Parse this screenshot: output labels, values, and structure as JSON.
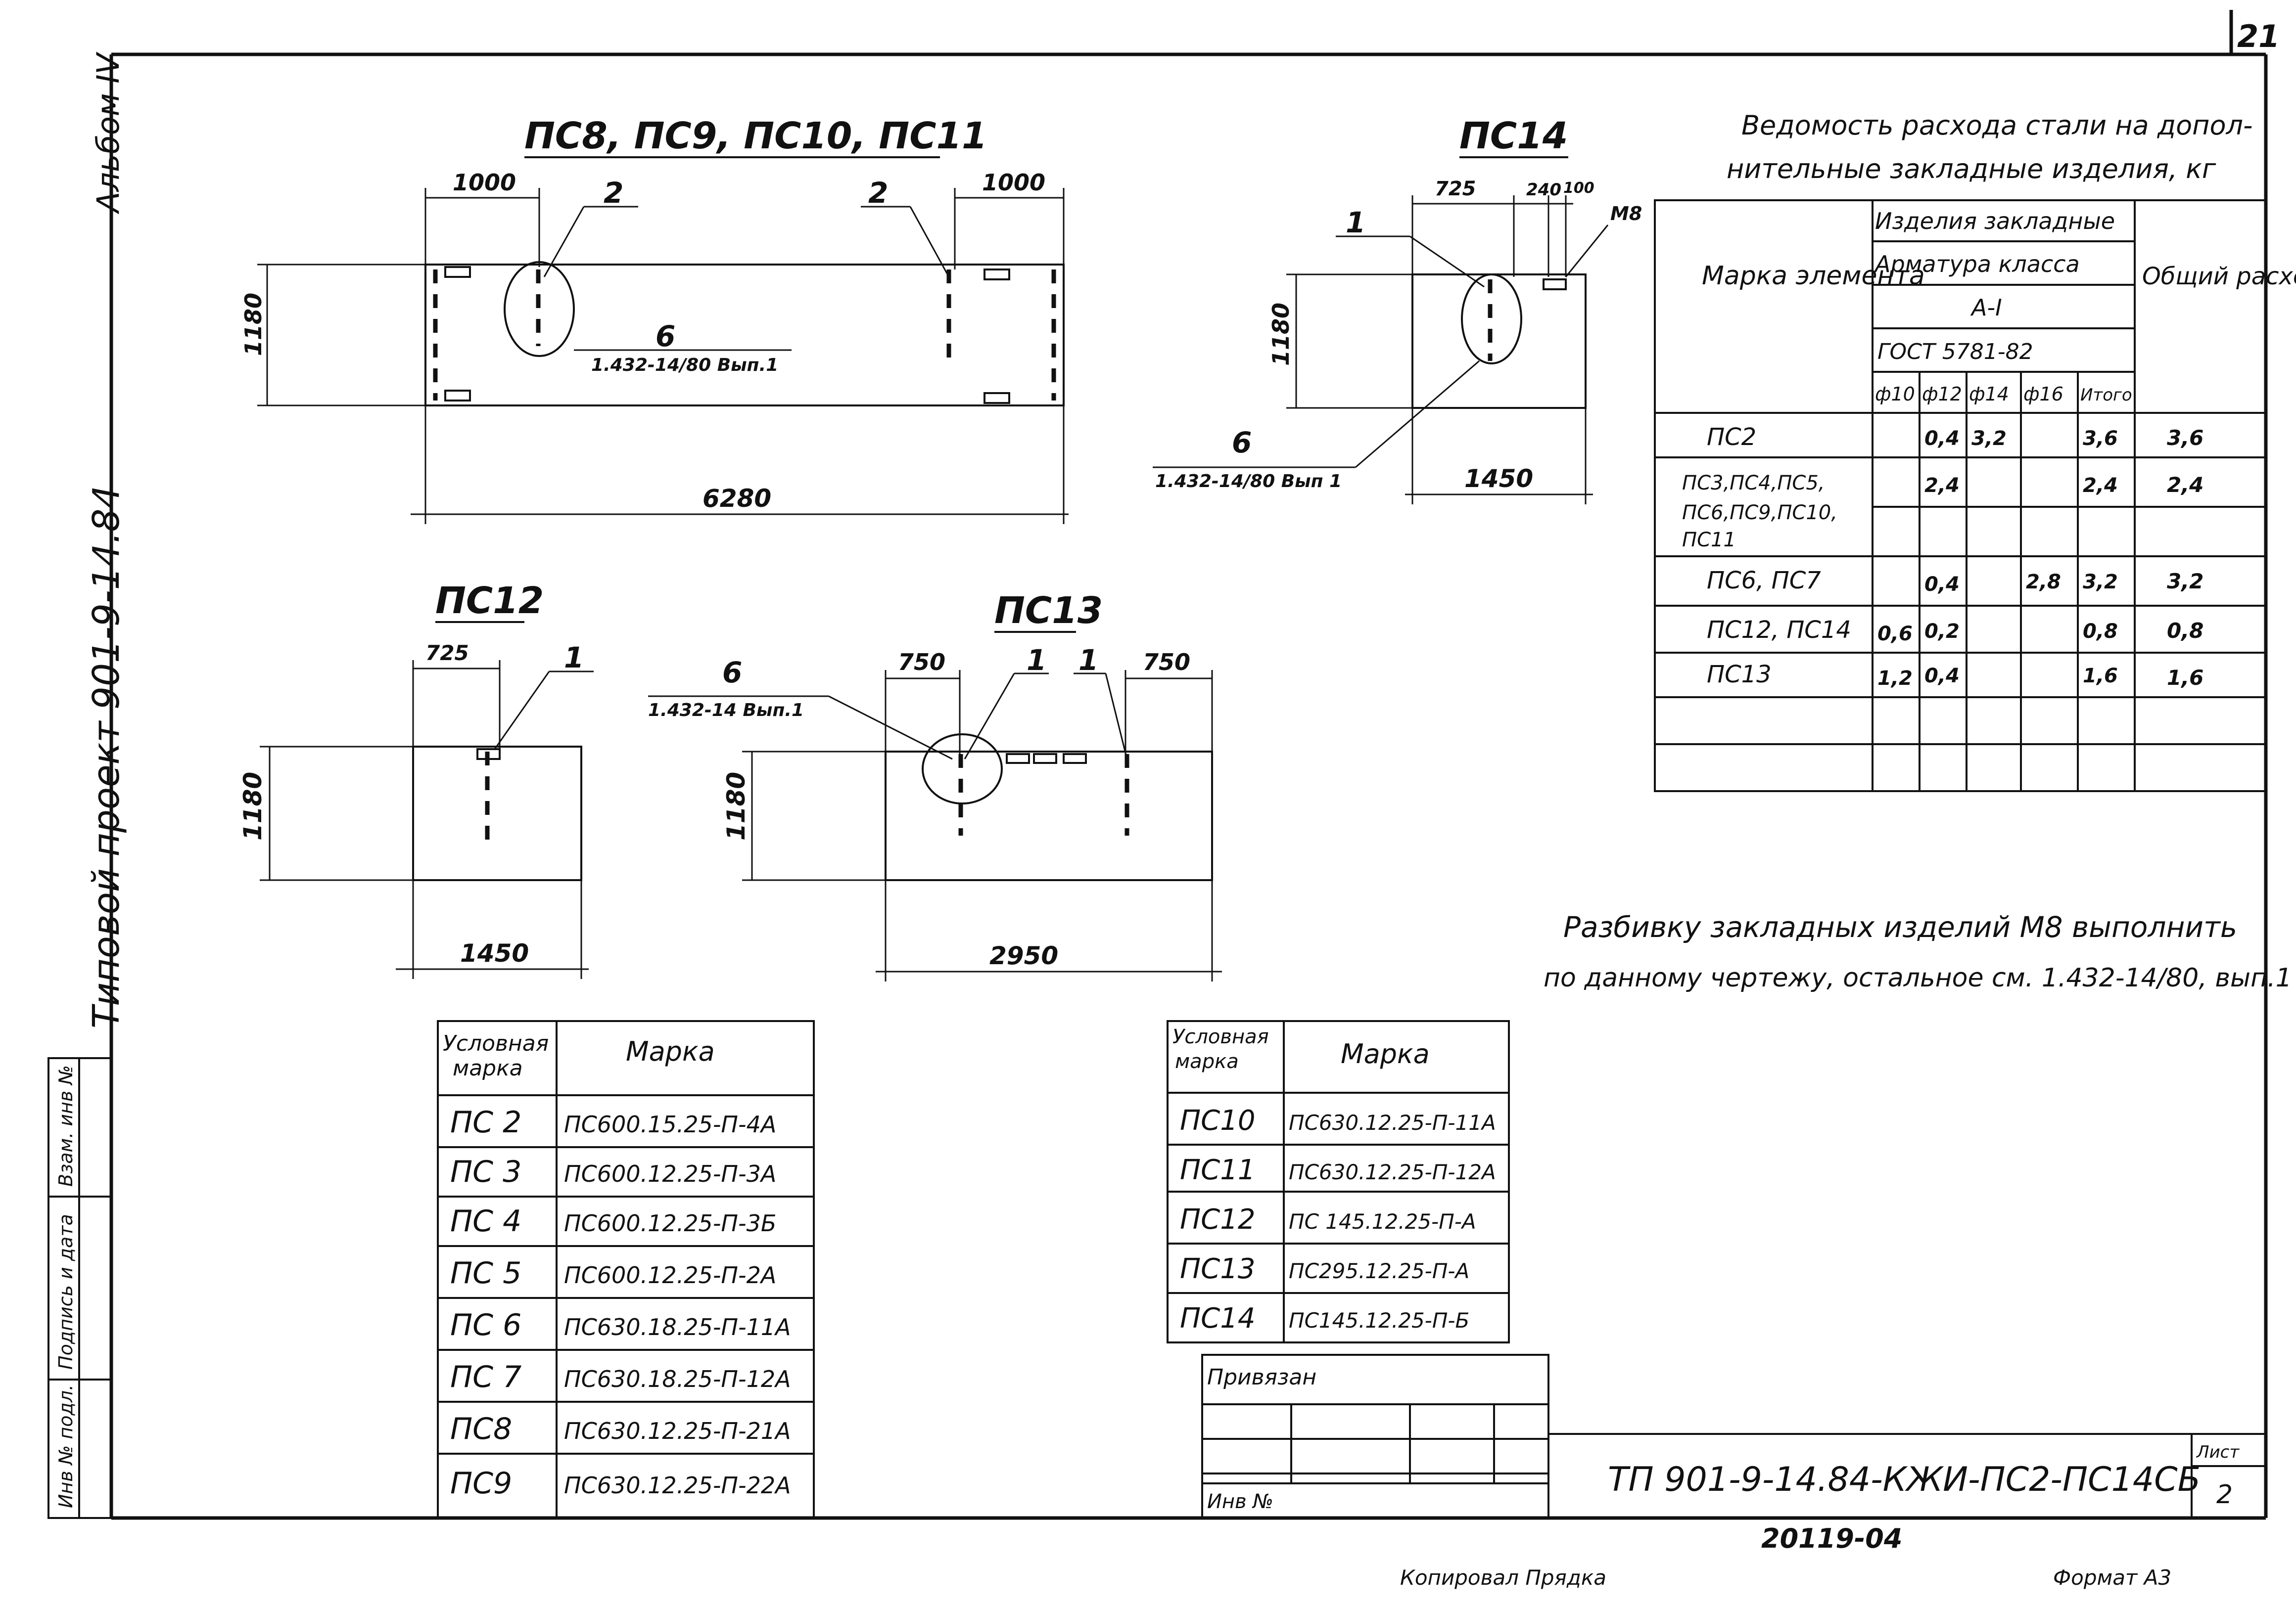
{
  "sheet": {
    "page_number": "21",
    "album": "Альбом IV",
    "project": "Типовой проект 901-9-14.84",
    "stamp_labels": [
      "Инв № подл.",
      "Подпись и дата",
      "Взам. инв №"
    ],
    "document_code": "ТП 901-9-14.84-КЖИ-ПС2-ПС14СБ",
    "sheet_label": "Лист",
    "sheet_no": "2",
    "order_no": "20119-04",
    "copied_by": "Копировал Прядка",
    "format": "Формат А3",
    "bound_label": "Привязан",
    "inv_label": "Инв № "
  },
  "views": {
    "ps8_11": {
      "title": "ПС8, ПС9, ПС10, ПС11",
      "dim_left": "1000",
      "dim_right": "1000",
      "dim_height": "1180",
      "dim_length": "6280",
      "callout_a": "2",
      "callout_b": "2",
      "note_num": "6",
      "note_ref": "1.432-14/80 Вып.1"
    },
    "ps14": {
      "title": "ПС14",
      "dim_725": "725",
      "dim_240": "240",
      "dim_100": "100",
      "m8": "М8",
      "callout": "1",
      "dim_height": "1180",
      "dim_length": "1450",
      "note_num": "6",
      "note_ref": "1.432-14/80 Вып 1"
    },
    "ps12": {
      "title": "ПС12",
      "dim_725": "725",
      "callout": "1",
      "dim_height": "1180",
      "dim_length": "1450"
    },
    "ps13": {
      "title": "ПС13",
      "dim_left": "750",
      "dim_right": "750",
      "callout_a": "1",
      "callout_b": "1",
      "dim_height": "1180",
      "dim_length": "2950",
      "note_num": "6",
      "note_ref": "1.432-14 Вып.1"
    }
  },
  "steel": {
    "title_line1": "Ведомость расхода стали на допол-",
    "title_line2": "нительные закладные изделия, кг",
    "head_mark": "Марка элемента",
    "head_items": "Изделия закладные",
    "head_rebar": "Арматура класса",
    "head_class": "А-I",
    "head_gost": "ГОСТ 5781-82",
    "head_total": "Общий расход",
    "diameters": [
      "ф10",
      "ф12",
      "ф14",
      "ф16",
      "Итого"
    ],
    "rows": [
      {
        "mark": "ПС2",
        "v": [
          "",
          "0,4",
          "3,2",
          "",
          "3,6"
        ],
        "total": "3,6"
      },
      {
        "mark": "ПС3,ПС4,ПС5, ПС6,ПС9,ПС10, ПС11",
        "v": [
          "",
          "2,4",
          "",
          "",
          "2,4"
        ],
        "total": "2,4"
      },
      {
        "mark": "ПС6, ПС7",
        "v": [
          "",
          "0,4",
          "",
          "2,8",
          "3,2"
        ],
        "total": "3,2"
      },
      {
        "mark": "ПС12, ПС14",
        "v": [
          "0,6",
          "0,2",
          "",
          "",
          "0,8"
        ],
        "total": "0,8"
      },
      {
        "mark": "ПС13",
        "v": [
          "1,2",
          "0,4",
          "",
          "",
          "1,6"
        ],
        "total": "1,6"
      }
    ]
  },
  "note": {
    "line1": "Разбивку закладных изделий М8 выполнить",
    "line2": "по данному чертежу, остальное см. 1.432-14/80, вып.1"
  },
  "marks_a": {
    "head_cond": "Условная марка",
    "head_mark": "Марка",
    "rows": [
      [
        "ПС 2",
        "ПС600.15.25-П-4А"
      ],
      [
        "ПС 3",
        "ПС600.12.25-П-3А"
      ],
      [
        "ПС 4",
        "ПС600.12.25-П-3Б"
      ],
      [
        "ПС 5",
        "ПС600.12.25-П-2А"
      ],
      [
        "ПС 6",
        "ПС630.18.25-П-11А"
      ],
      [
        "ПС 7",
        "ПС630.18.25-П-12А"
      ],
      [
        "ПС8",
        "ПС630.12.25-П-21А"
      ],
      [
        "ПС9",
        "ПС630.12.25-П-22А"
      ]
    ]
  },
  "marks_b": {
    "head_cond": "Условная марка",
    "head_mark": "Марка",
    "rows": [
      [
        "ПС10",
        "ПС630.12.25-П-11А"
      ],
      [
        "ПС11",
        "ПС630.12.25-П-12А"
      ],
      [
        "ПС12",
        "ПС 145.12.25-П-А"
      ],
      [
        "ПС13",
        "ПС295.12.25-П-А"
      ],
      [
        "ПС14",
        "ПС145.12.25-П-Б"
      ]
    ]
  }
}
